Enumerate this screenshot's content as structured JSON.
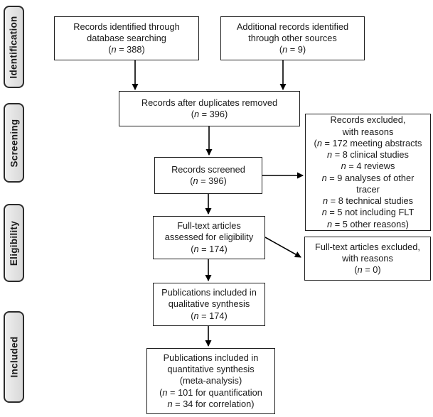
{
  "diagram": {
    "type": "prisma-flowchart",
    "stages": [
      {
        "label": "Identification"
      },
      {
        "label": "Screening"
      },
      {
        "label": "Eligibility"
      },
      {
        "label": "Included"
      }
    ],
    "boxes": {
      "db_search": {
        "lines": [
          "Records identified through",
          "database searching",
          "(n = 388)"
        ]
      },
      "other_sources": {
        "lines": [
          "Additional records identified",
          "through other sources",
          "(n = 9)"
        ]
      },
      "after_duplicates": {
        "lines": [
          "Records after duplicates removed",
          "(n = 396)"
        ]
      },
      "screened": {
        "lines": [
          "Records screened",
          "(n = 396)"
        ]
      },
      "records_excluded": {
        "lines": [
          "Records excluded,",
          "with reasons",
          "(n = 172 meeting abstracts",
          "n = 8 clinical studies",
          "n = 4 reviews",
          "n = 9 analyses of other",
          "tracer",
          "n = 8 technical studies",
          "n = 5 not including FLT",
          "n = 5 other reasons)"
        ]
      },
      "fulltext_assessed": {
        "lines": [
          "Full-text articles",
          "assessed for eligibility",
          "(n = 174)"
        ]
      },
      "fulltext_excluded": {
        "lines": [
          "Full-text articles excluded,",
          "with reasons",
          "(n = 0)"
        ]
      },
      "qualitative": {
        "lines": [
          "Publications included in",
          "qualitative synthesis",
          "(n = 174)"
        ]
      },
      "quantitative": {
        "lines": [
          "Publications included in",
          "quantitative synthesis",
          "(meta-analysis)",
          "(n = 101 for quantification",
          "n = 34 for correlation)"
        ]
      }
    },
    "colors": {
      "box_border": "#1f1f1f",
      "box_fill": "#ffffff",
      "stage_fill": "#e4e4e4",
      "stage_border": "#2b2b2b",
      "arrow": "#000000",
      "text": "#1a1a1a"
    }
  }
}
